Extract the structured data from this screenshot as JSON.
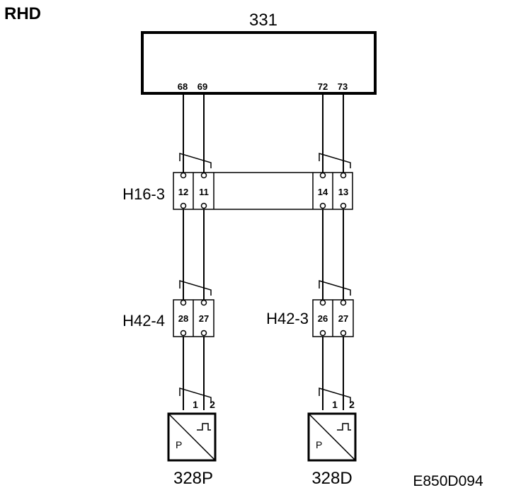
{
  "variant_label": "RHD",
  "diagram_id": "E850D094",
  "control_unit": {
    "name": "331",
    "pins": [
      "68",
      "69",
      "72",
      "73"
    ]
  },
  "connectors": {
    "h16_3": {
      "name": "H16-3",
      "left_pins": [
        "12",
        "11"
      ],
      "right_pins": [
        "14",
        "13"
      ]
    },
    "h42_4": {
      "name": "H42-4",
      "pins": [
        "28",
        "27"
      ]
    },
    "h42_3": {
      "name": "H42-3",
      "pins": [
        "26",
        "27"
      ]
    }
  },
  "sensors": {
    "left": {
      "name": "328P",
      "pins": [
        "1",
        "2"
      ],
      "symbol_letter": "P"
    },
    "right": {
      "name": "328D",
      "pins": [
        "1",
        "2"
      ],
      "symbol_letter": "P"
    }
  }
}
